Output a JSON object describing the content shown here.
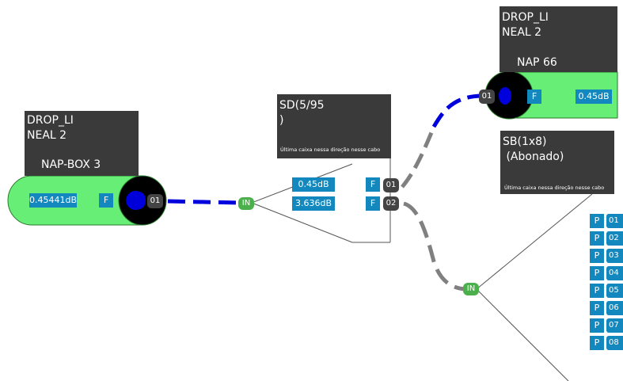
{
  "left_box": {
    "title": "DROP_LI\nNEAL 2",
    "subtitle": "NAP-BOX 3",
    "value": "0.45441dB",
    "f_label": "F",
    "port": "01"
  },
  "splitter_sd": {
    "title": "SD(5/95\n)",
    "note": "Última caixa nessa direção nesse cabo",
    "in_label": "IN",
    "rows": [
      {
        "value": "0.45dB",
        "f": "F",
        "port": "01"
      },
      {
        "value": "3.636dB",
        "f": "F",
        "port": "02"
      }
    ]
  },
  "top_right_box": {
    "title": "DROP_LI\nNEAL 2",
    "subtitle": "NAP 66",
    "port": "01",
    "f_label": "F",
    "value": "0.45dB"
  },
  "splitter_sb": {
    "title": "SB(1x8)\n (Abonado)",
    "note": "Última caixa nessa direção nesse cabo",
    "in_label": "IN",
    "ports": [
      {
        "p": "P",
        "num": "01"
      },
      {
        "p": "P",
        "num": "02"
      },
      {
        "p": "P",
        "num": "03"
      },
      {
        "p": "P",
        "num": "04"
      },
      {
        "p": "P",
        "num": "05"
      },
      {
        "p": "P",
        "num": "06"
      },
      {
        "p": "P",
        "num": "07"
      },
      {
        "p": "P",
        "num": "08"
      }
    ]
  },
  "colors": {
    "cylinder_green": "#66ee77",
    "link_blue": "#0000dd",
    "link_gray": "#808080",
    "accent_blue": "#1288be",
    "dark_panel": "#3a3a3a"
  }
}
